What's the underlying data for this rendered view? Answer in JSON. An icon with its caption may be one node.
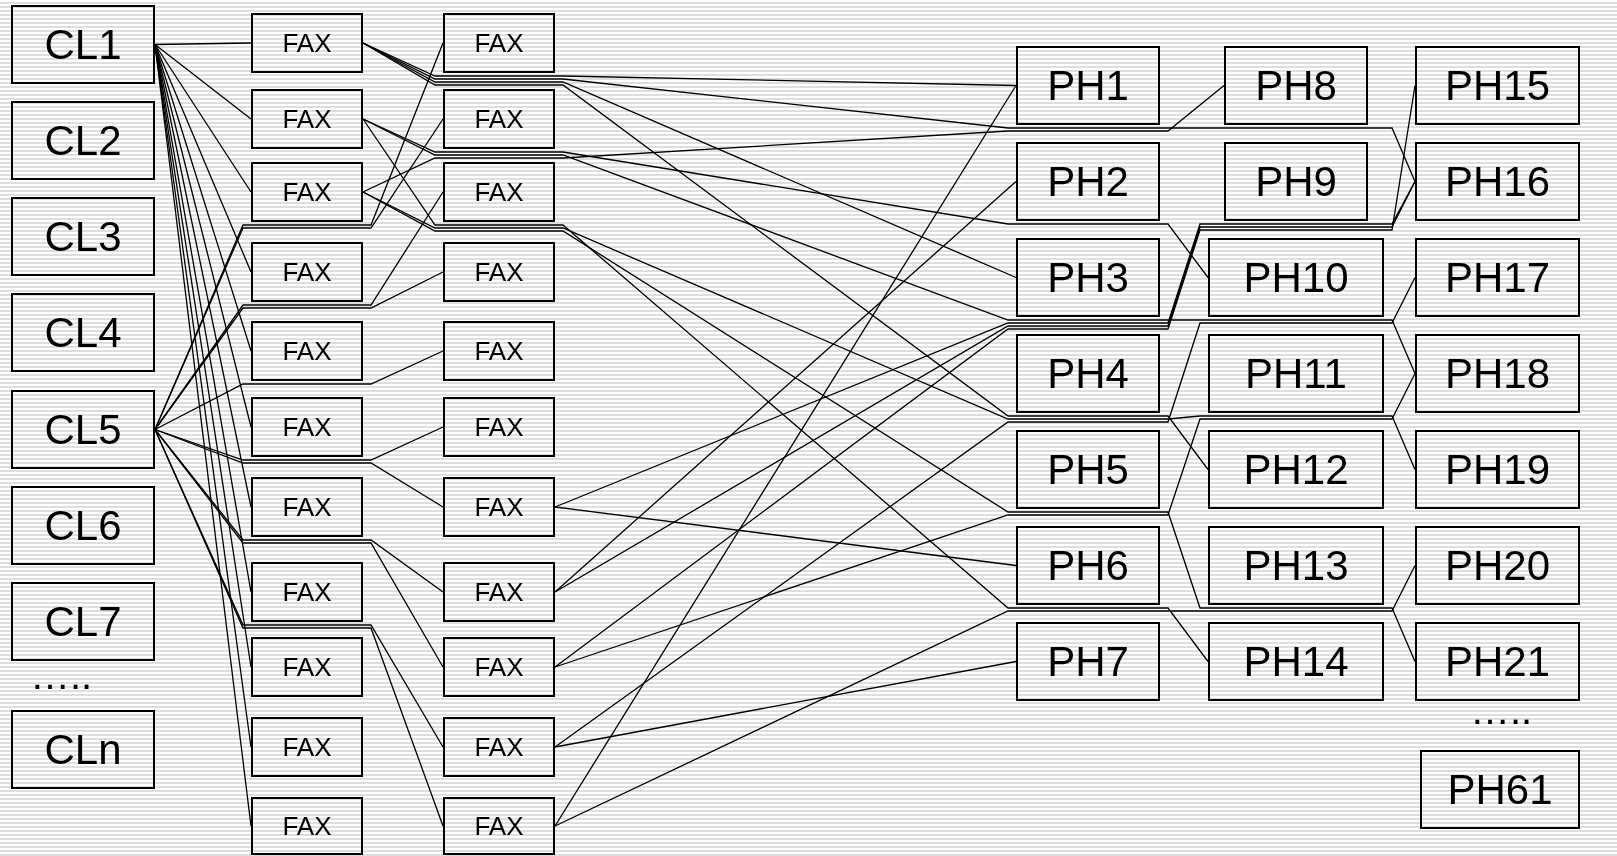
{
  "diagram": {
    "nodes": [
      {
        "text": [
          "CL1"
        ]
      },
      {
        "text": [
          "CL2"
        ]
      },
      {
        "text": [
          "CL3"
        ]
      },
      {
        "text": [
          "CL4"
        ]
      },
      {
        "text": [
          "CL5"
        ]
      },
      {
        "text": [
          "CL6"
        ]
      },
      {
        "text": [
          "CL7"
        ]
      },
      {
        "text": [
          "CLn"
        ]
      },
      {
        "text": [
          "FAX"
        ]
      },
      {
        "text": [
          "FAX"
        ]
      },
      {
        "text": [
          "FAX"
        ]
      },
      {
        "text": [
          "FAX"
        ]
      },
      {
        "text": [
          "FAX"
        ]
      },
      {
        "text": [
          "FAX"
        ]
      },
      {
        "text": [
          "FAX"
        ]
      },
      {
        "text": [
          "FAX"
        ]
      },
      {
        "text": [
          "FAX"
        ]
      },
      {
        "text": [
          "FAX"
        ]
      },
      {
        "text": [
          "FAX"
        ]
      },
      {
        "text": [
          "FAX"
        ]
      },
      {
        "text": [
          "FAX"
        ]
      },
      {
        "text": [
          "FAX"
        ]
      },
      {
        "text": [
          "FAX"
        ]
      },
      {
        "text": [
          "FAX"
        ]
      },
      {
        "text": [
          "FAX"
        ]
      },
      {
        "text": [
          "FAX"
        ]
      },
      {
        "text": [
          "FAX"
        ]
      },
      {
        "text": [
          "FAX"
        ]
      },
      {
        "text": [
          "FAX"
        ]
      },
      {
        "text": [
          "FAX"
        ]
      },
      {
        "text": [
          "PH1"
        ]
      },
      {
        "text": [
          "PH2"
        ]
      },
      {
        "text": [
          "PH3"
        ]
      },
      {
        "text": [
          "PH4"
        ]
      },
      {
        "text": [
          "PH5"
        ]
      },
      {
        "text": [
          "PH6"
        ]
      },
      {
        "text": [
          "PH7"
        ]
      },
      {
        "text": [
          "PH8"
        ]
      },
      {
        "text": [
          "PH9"
        ]
      },
      {
        "text": [
          "PH10"
        ]
      },
      {
        "text": [
          "PH11"
        ]
      },
      {
        "text": [
          "PH12"
        ]
      },
      {
        "text": [
          "PH13"
        ]
      },
      {
        "text": [
          "PH14"
        ]
      },
      {
        "text": [
          "PH15"
        ]
      },
      {
        "text": [
          "PH16"
        ]
      },
      {
        "text": [
          "PH17"
        ]
      },
      {
        "text": [
          "PH18"
        ]
      },
      {
        "text": [
          "PH19"
        ]
      },
      {
        "text": [
          "PH20"
        ]
      },
      {
        "text": [
          "PH21"
        ]
      },
      {
        "text": [
          "PH61"
        ]
      }
    ],
    "edges": [
      {
        "from": 0,
        "to": 8,
        "arrow": "none"
      },
      {
        "from": 0,
        "to": 9,
        "arrow": "none"
      },
      {
        "from": 0,
        "to": 10,
        "arrow": "none"
      },
      {
        "from": 0,
        "to": 11,
        "arrow": "none"
      },
      {
        "from": 0,
        "to": 12,
        "arrow": "none"
      },
      {
        "from": 0,
        "to": 13,
        "arrow": "none"
      },
      {
        "from": 0,
        "to": 14,
        "arrow": "none"
      },
      {
        "from": 0,
        "to": 15,
        "arrow": "none"
      },
      {
        "from": 0,
        "to": 16,
        "arrow": "none"
      },
      {
        "from": 0,
        "to": 17,
        "arrow": "none"
      },
      {
        "from": 0,
        "to": 18,
        "arrow": "none"
      },
      {
        "from": 4,
        "to": 19,
        "arrow": "none"
      },
      {
        "from": 4,
        "to": 20,
        "arrow": "none"
      },
      {
        "from": 4,
        "to": 21,
        "arrow": "none"
      },
      {
        "from": 4,
        "to": 22,
        "arrow": "none"
      },
      {
        "from": 4,
        "to": 23,
        "arrow": "none"
      },
      {
        "from": 4,
        "to": 24,
        "arrow": "none"
      },
      {
        "from": 4,
        "to": 25,
        "arrow": "none"
      },
      {
        "from": 4,
        "to": 26,
        "arrow": "none"
      },
      {
        "from": 4,
        "to": 27,
        "arrow": "none"
      },
      {
        "from": 4,
        "to": 28,
        "arrow": "none"
      },
      {
        "from": 4,
        "to": 29,
        "arrow": "none"
      },
      {
        "from": 8,
        "to": 30,
        "arrow": "none"
      },
      {
        "from": 8,
        "to": 45,
        "arrow": "none"
      },
      {
        "from": 8,
        "to": 32,
        "arrow": "none"
      },
      {
        "from": 8,
        "to": 41,
        "arrow": "none"
      },
      {
        "from": 9,
        "to": 39,
        "arrow": "none"
      },
      {
        "from": 9,
        "to": 47,
        "arrow": "none"
      },
      {
        "from": 9,
        "to": 43,
        "arrow": "none"
      },
      {
        "from": 10,
        "to": 37,
        "arrow": "none"
      },
      {
        "from": 10,
        "to": 48,
        "arrow": "none"
      },
      {
        "from": 10,
        "to": 50,
        "arrow": "none"
      },
      {
        "from": 25,
        "to": 45,
        "arrow": "none"
      },
      {
        "from": 25,
        "to": 35,
        "arrow": "none"
      },
      {
        "from": 26,
        "to": 31,
        "arrow": "none"
      },
      {
        "from": 26,
        "to": 45,
        "arrow": "none"
      },
      {
        "from": 27,
        "to": 44,
        "arrow": "none"
      },
      {
        "from": 27,
        "to": 47,
        "arrow": "none"
      },
      {
        "from": 28,
        "to": 36,
        "arrow": "none"
      },
      {
        "from": 28,
        "to": 46,
        "arrow": "none"
      },
      {
        "from": 29,
        "to": 30,
        "arrow": "none"
      },
      {
        "from": 29,
        "to": 49,
        "arrow": "none"
      }
    ],
    "labels": [
      "…..",
      "….."
    ]
  }
}
